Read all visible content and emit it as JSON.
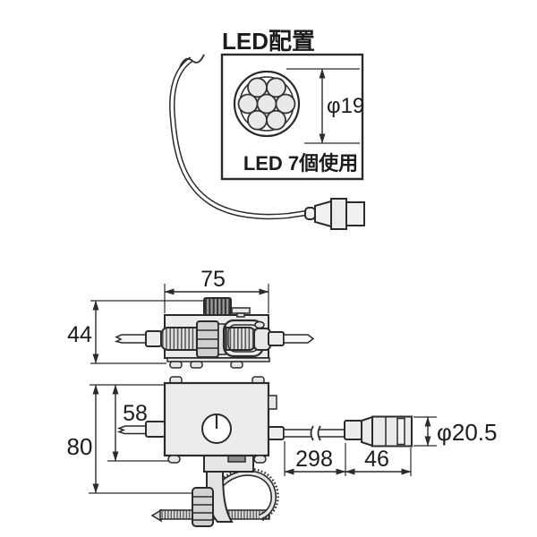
{
  "drawing": {
    "led_panel": {
      "title": "LED配置",
      "caption": "LED 7個使用",
      "diameter_label": "φ19",
      "led_count": "7"
    },
    "top_view": {
      "width_label": "75",
      "height_label": "44"
    },
    "front_view": {
      "box_height_label": "58",
      "total_height_label": "80"
    },
    "cable": {
      "length_label": "298"
    },
    "connector": {
      "length_label": "46",
      "diameter_label": "φ20.5"
    },
    "colors": {
      "line": "#2b2b2b",
      "body_fill": "#ececec",
      "knob_fill": "#999999",
      "background": "#ffffff"
    }
  }
}
